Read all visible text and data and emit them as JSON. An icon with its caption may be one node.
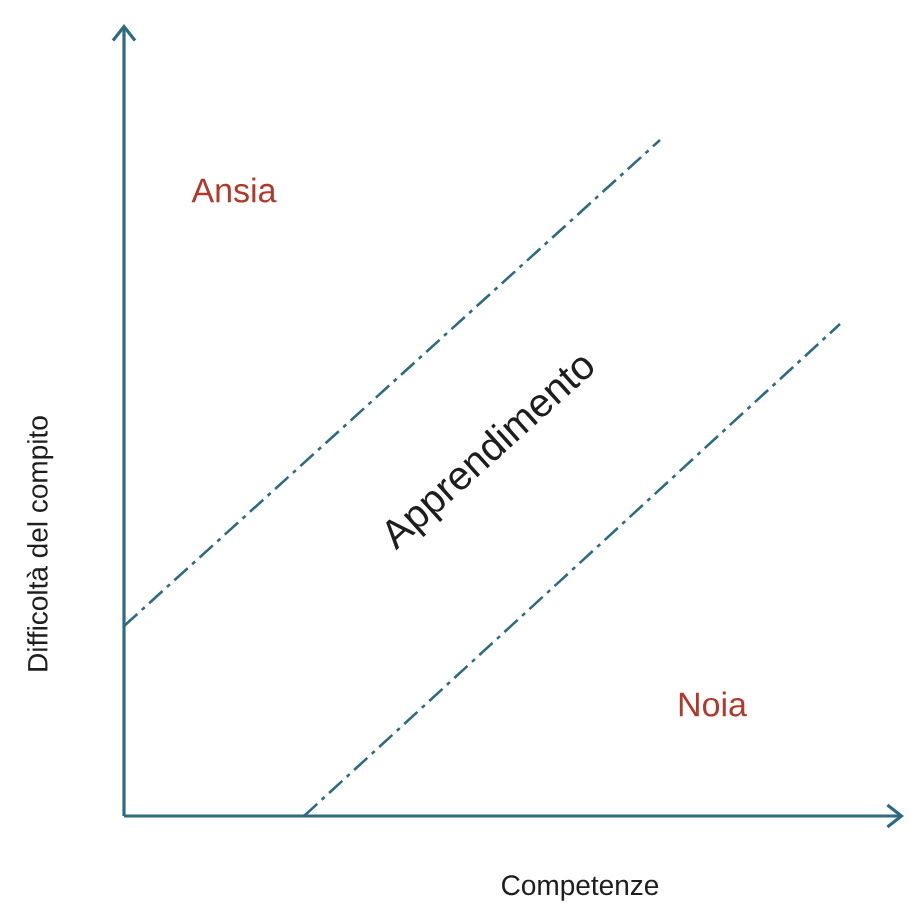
{
  "diagram": {
    "labels": [
      "Ansia",
      "Apprendimento",
      "Noia",
      "Difficoltà del compito",
      "Competenze"
    ]
  }
}
